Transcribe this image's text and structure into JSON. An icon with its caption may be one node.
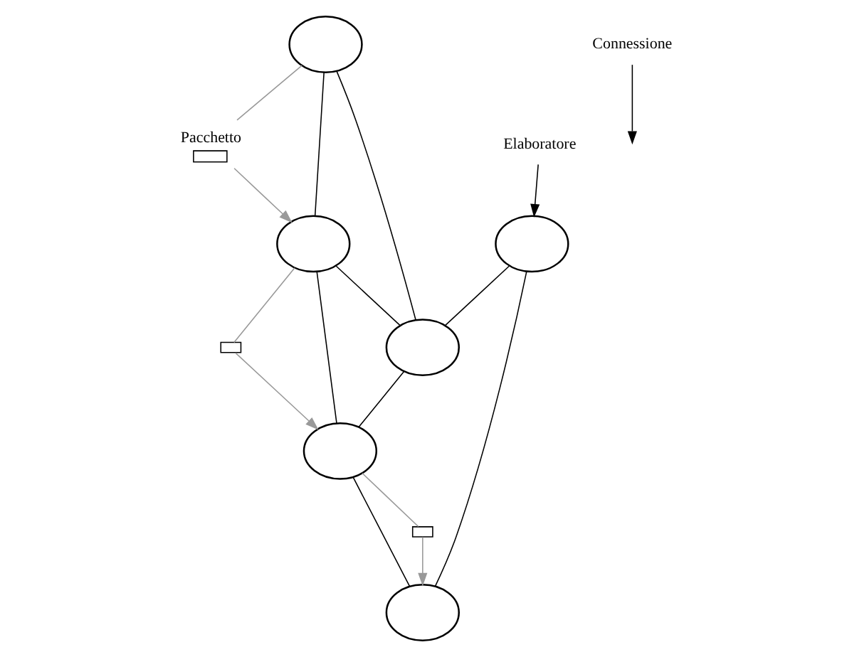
{
  "diagram": {
    "nodes": [
      {
        "text": [
          "Pacchetto"
        ]
      },
      {
        "text": [],
        "shape": "circle"
      },
      {
        "text": [],
        "shape": "circle"
      },
      {
        "text": [],
        "shape": "box"
      },
      {
        "text": [
          "Elaboratore"
        ]
      },
      {
        "text": [],
        "shape": "circle"
      },
      {
        "text": [],
        "shape": "circle"
      },
      {
        "text": [],
        "shape": "circle"
      },
      {
        "text": [
          "Connessione"
        ]
      },
      {
        "text": [],
        "shape": "circle"
      },
      {
        "text": [],
        "shape": "box"
      }
    ],
    "edges": [
      {
        "from": 1,
        "to": 2,
        "arrow": "none"
      },
      {
        "from": 1,
        "to": 6,
        "arrow": "none"
      },
      {
        "from": 2,
        "to": 6,
        "arrow": "none"
      },
      {
        "from": 2,
        "to": 7,
        "arrow": "none"
      },
      {
        "from": 5,
        "to": 6,
        "arrow": "none"
      },
      {
        "from": 6,
        "to": 7,
        "arrow": "none"
      },
      {
        "from": 5,
        "to": 9,
        "arrow": "none"
      },
      {
        "from": 7,
        "to": 9,
        "arrow": "none"
      },
      {
        "from": 1,
        "to": 0,
        "arrow": "none",
        "color": "#999999"
      },
      {
        "from": 0,
        "to": 2,
        "arrow": "to",
        "color": "#999999"
      },
      {
        "from": 2,
        "to": 3,
        "arrow": "none",
        "color": "#999999"
      },
      {
        "from": 3,
        "to": 7,
        "arrow": "to",
        "color": "#999999"
      },
      {
        "from": 7,
        "to": 10,
        "arrow": "none",
        "color": "#999999"
      },
      {
        "from": 10,
        "to": 9,
        "arrow": "to",
        "color": "#999999"
      },
      {
        "from": 4,
        "to": 5,
        "arrow": "to"
      },
      {
        "from": 8,
        "to": null,
        "arrow": "to"
      }
    ]
  }
}
